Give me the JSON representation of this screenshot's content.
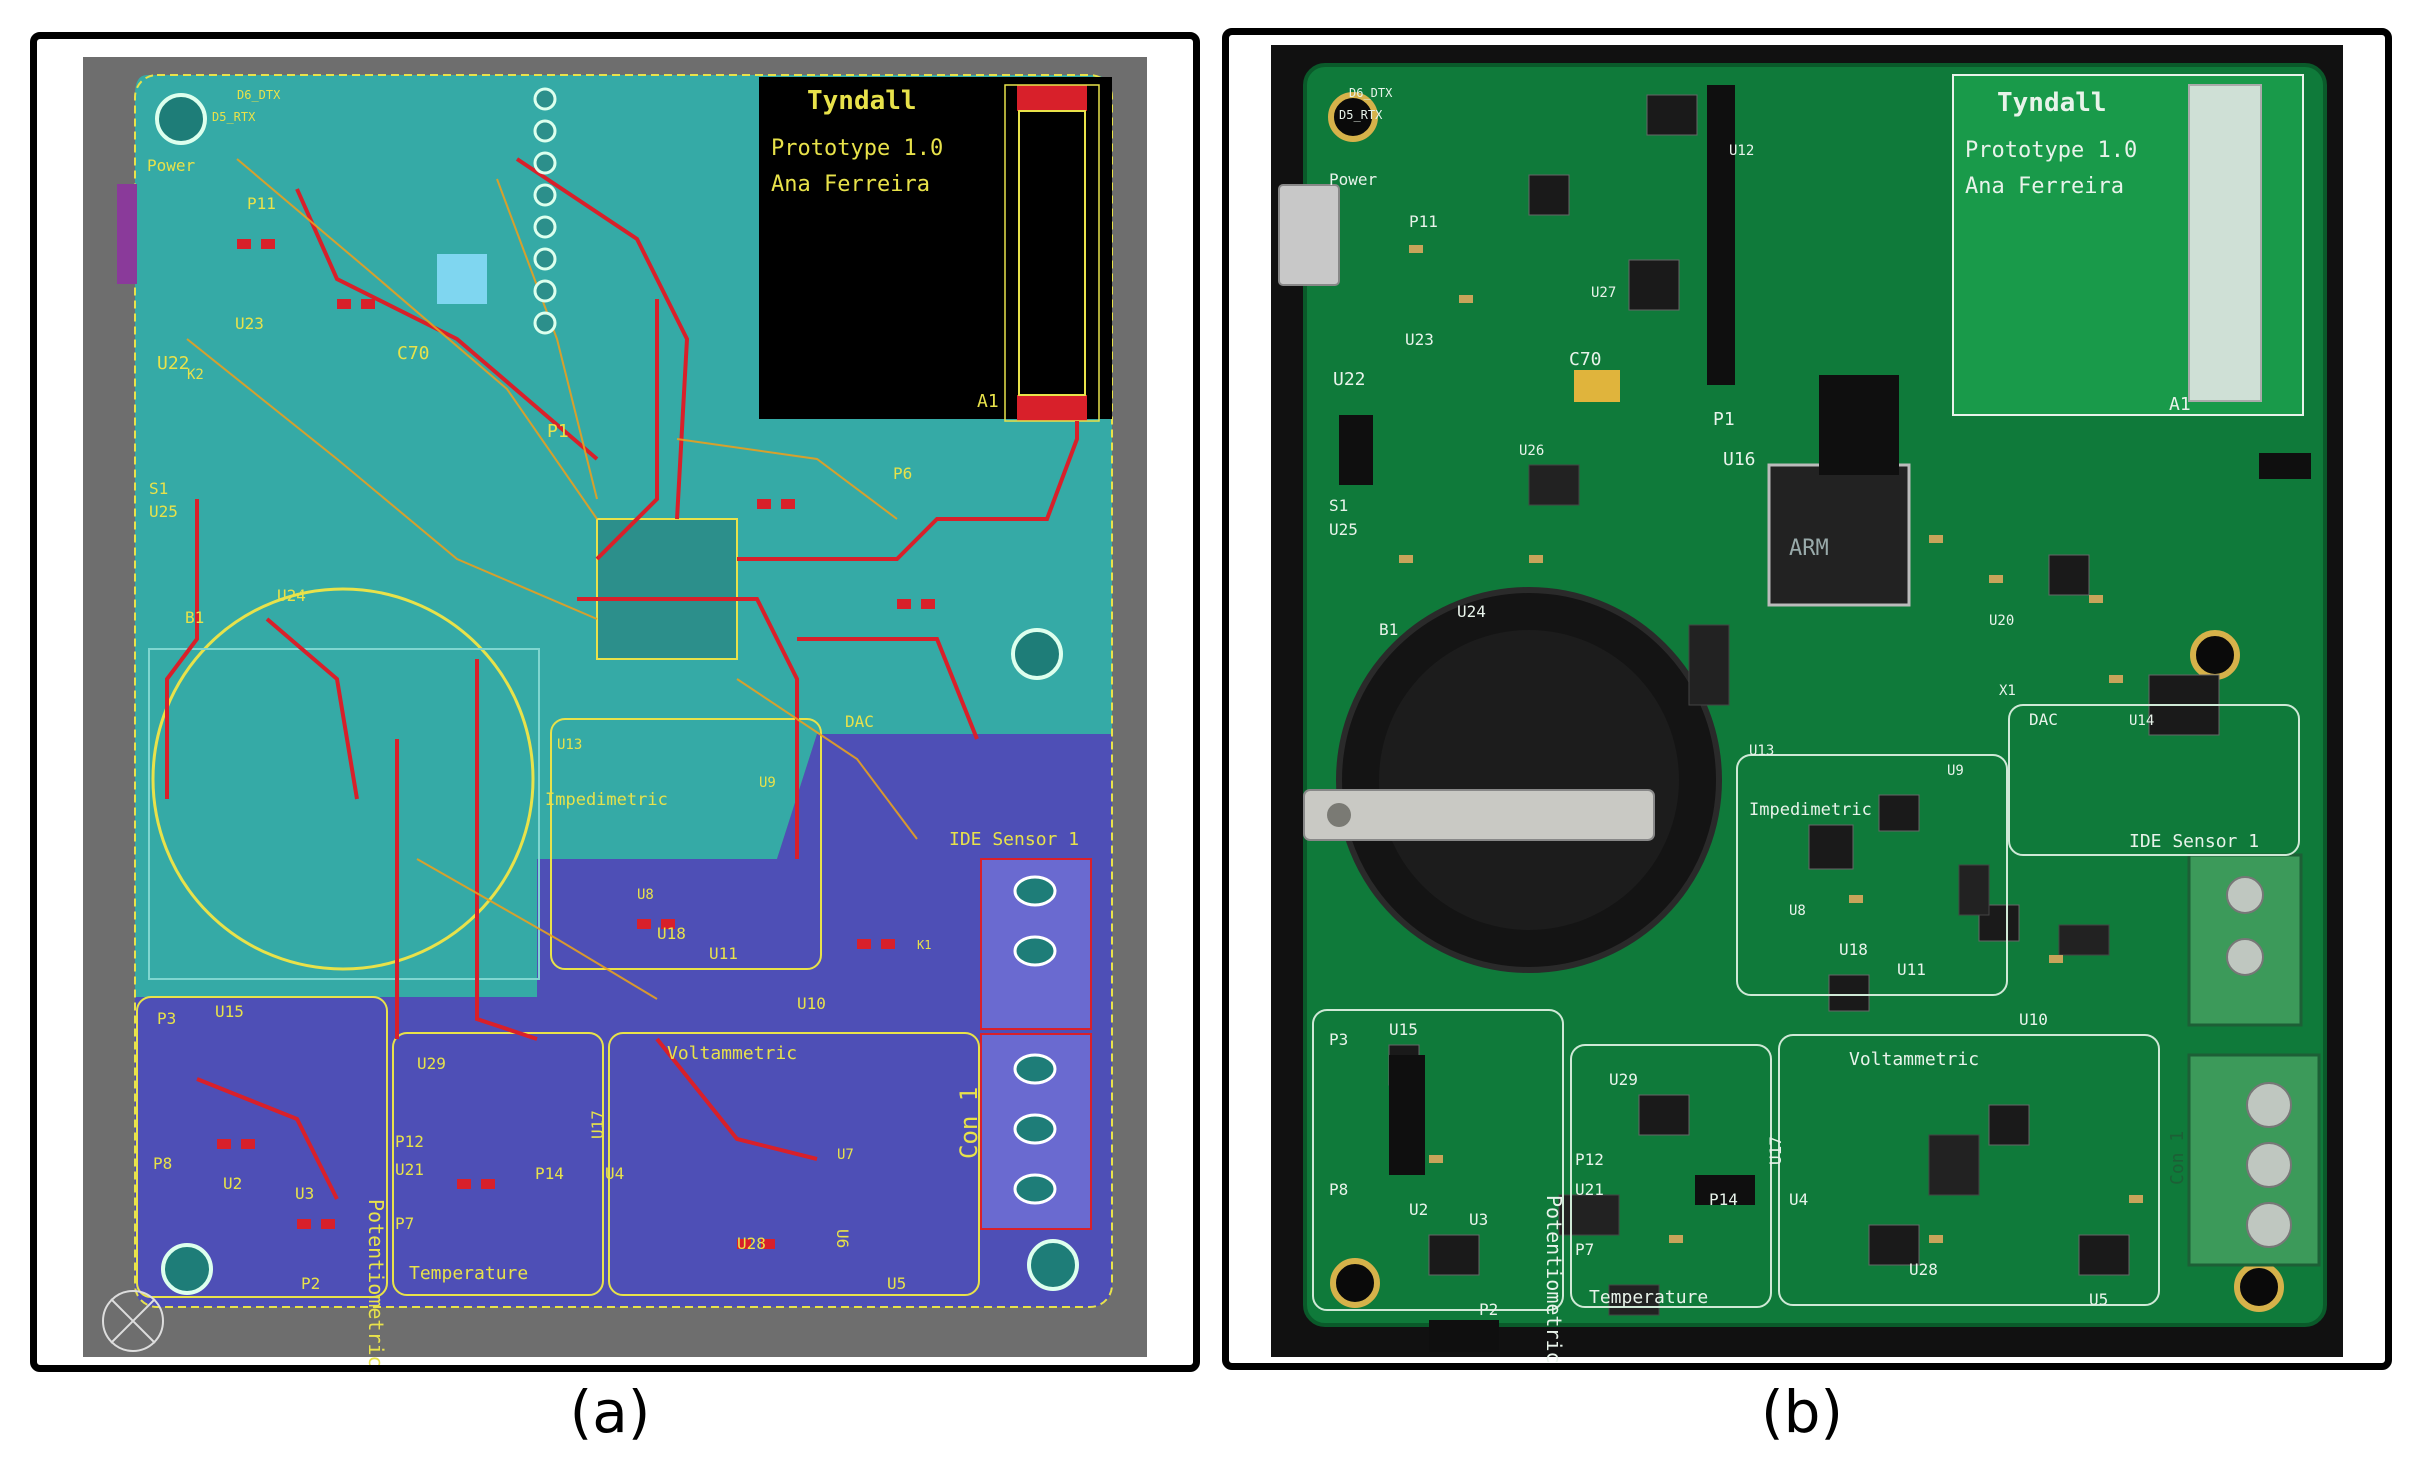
{
  "captions": {
    "a": "(a)",
    "b": "(b)"
  },
  "colors": {
    "frame": "#000000",
    "cad_background": "#6e6e6e",
    "cad_board_teal": "#35aaa6",
    "cad_board_blue": "#4e4fb6",
    "cad_trace_red": "#d8202a",
    "cad_silk_yellow": "#e8e24a",
    "photo_background": "#111111",
    "pcb_green": "#0f7a3a",
    "silk_white": "#e8f3ea"
  },
  "panel_a": {
    "logo": "Tyndall",
    "lines": [
      "Prototype 1.0",
      "Ana Ferreira"
    ],
    "antenna_label": "A1",
    "labels": {
      "power": "Power",
      "p11": "P11",
      "u22": "U22",
      "u23": "U23",
      "u25": "U25",
      "u24": "U24",
      "s1": "S1",
      "b1": "B1",
      "k2": "K2",
      "c70": "C70",
      "p1": "P1",
      "p6": "P6",
      "dac": "DAC",
      "impedimetric": "Impedimetric",
      "ide_sensor": "IDE Sensor 1",
      "con1": "Con 1",
      "potentiometric": "Potentiometric",
      "temperature": "Temperature",
      "voltammetric": "Voltammetric",
      "u15": "U15",
      "u2": "U2",
      "u3": "U3",
      "p3": "P3",
      "p8": "P8",
      "p2": "P2",
      "u29": "U29",
      "u21": "U21",
      "p12": "P12",
      "p7": "P7",
      "p14": "P14",
      "u17": "U17",
      "u4": "U4",
      "u28": "U28",
      "u6": "U6",
      "u7": "U7",
      "u5": "U5",
      "u18": "U18",
      "u11": "U11",
      "u10": "U10",
      "u9": "U9",
      "u8": "U8",
      "u13": "U13",
      "k1": "K1",
      "d6": "D6_DTX",
      "d5": "D5_RTX"
    }
  },
  "panel_b": {
    "logo": "Tyndall",
    "lines": [
      "Prototype 1.0",
      "Ana Ferreira"
    ],
    "antenna_label": "A1",
    "labels": {
      "power": "Power",
      "p11": "P11",
      "u22": "U22",
      "u23": "U23",
      "u25": "U25",
      "u24": "U24",
      "s1": "S1",
      "b1": "B1",
      "c70": "C70",
      "p1": "P1",
      "u12": "U12",
      "u27": "U27",
      "u16": "U16",
      "u26": "U26",
      "u20": "U20",
      "dac": "DAC",
      "u14": "U14",
      "u9": "U9",
      "u13": "U13",
      "u8": "U8",
      "u18": "U18",
      "u11": "U11",
      "u10": "U10",
      "impedimetric": "Impedimetric",
      "ide_sensor": "IDE Sensor 1",
      "potentiometric": "Potentiometric",
      "temperature": "Temperature",
      "voltammetric": "Voltammetric",
      "u15": "U15",
      "u2": "U2",
      "u3": "U3",
      "p3": "P3",
      "p8": "P8",
      "p2": "P2",
      "u29": "U29",
      "u21": "U21",
      "p12": "P12",
      "p7": "P7",
      "p14": "P14",
      "u17": "U17",
      "u4": "U4",
      "u28": "U28",
      "u5": "U5",
      "x1": "X1",
      "con1": "Con 1",
      "d6": "D6_DTX",
      "d5": "D5_RTX"
    }
  }
}
